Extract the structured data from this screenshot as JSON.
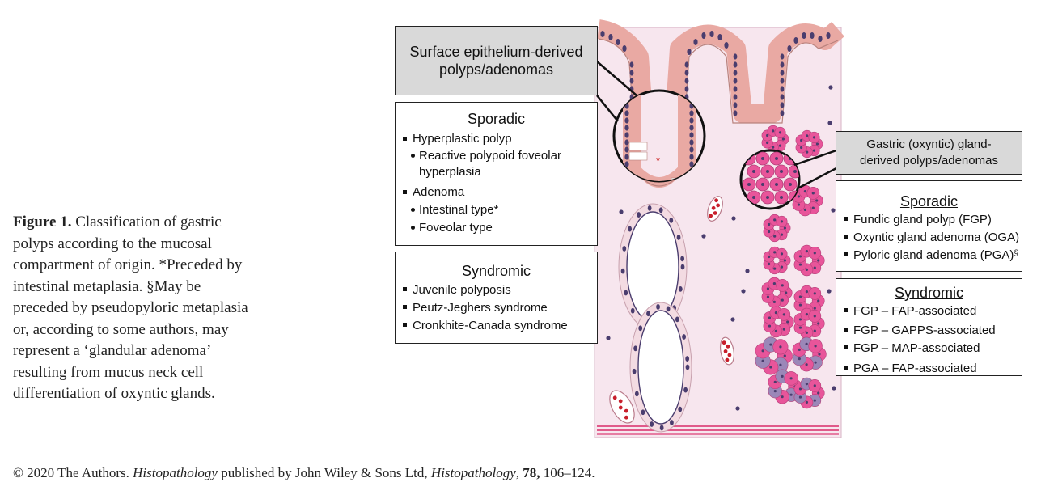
{
  "caption": {
    "label": "Figure 1.",
    "text": "Classification of gastric polyps according to the mucosal compartment of origin. *Preceded by intestinal metaplasia. §May be preceded by pseudopyloric metaplasia or, according to some authors, may represent a ‘glandular adenoma’ resulting from mucus neck cell differentiation of oxyntic glands."
  },
  "credit": {
    "prefix": "© 2020 The Authors.",
    "journal": "Histopathology",
    "publisher": "published by John Wiley & Sons Ltd,",
    "journal2": "Histopathology",
    "volume": "78,",
    "pages": "106–124."
  },
  "surface": {
    "title_line1": "Surface epithelium-derived",
    "title_line2": "polyps/adenomas",
    "sporadic": {
      "heading": "Sporadic",
      "items": [
        {
          "kind": "sq",
          "text": "Hyperplastic polyp"
        },
        {
          "kind": "dot",
          "text": "Reactive polypoid foveolar hyperplasia"
        },
        {
          "kind": "sq",
          "text": "Adenoma"
        },
        {
          "kind": "dot",
          "text": "Intestinal type*"
        },
        {
          "kind": "dot",
          "text": "Foveolar type"
        }
      ]
    },
    "syndromic": {
      "heading": "Syndromic",
      "items": [
        "Juvenile polyposis",
        "Peutz-Jeghers syndrome",
        "Cronkhite-Canada syndrome"
      ]
    }
  },
  "gastric": {
    "title_line1": "Gastric (oxyntic) gland-",
    "title_line2": "derived polyps/adenomas",
    "sporadic": {
      "heading": "Sporadic",
      "items": [
        "Fundic gland polyp (FGP)",
        "Oxyntic gland adenoma (OGA)",
        "Pyloric gland adenoma (PGA)"
      ],
      "pga_mark": "§"
    },
    "syndromic": {
      "heading": "Syndromic",
      "items": [
        "FGP – FAP-associated",
        "FGP – GAPPS-associated",
        "FGP – MAP-associated",
        "PGA – FAP-associated"
      ]
    }
  },
  "illustration": {
    "asterisk": "*",
    "colors": {
      "lamina": "#f7e6ee",
      "epithelium": "#e9a9a3",
      "nucleus": "#4a3d6e",
      "parietal": "#e8559a",
      "chief": "#9b87b8",
      "vessel": "#c81f2c",
      "muscularis": "#e05a8a"
    }
  }
}
